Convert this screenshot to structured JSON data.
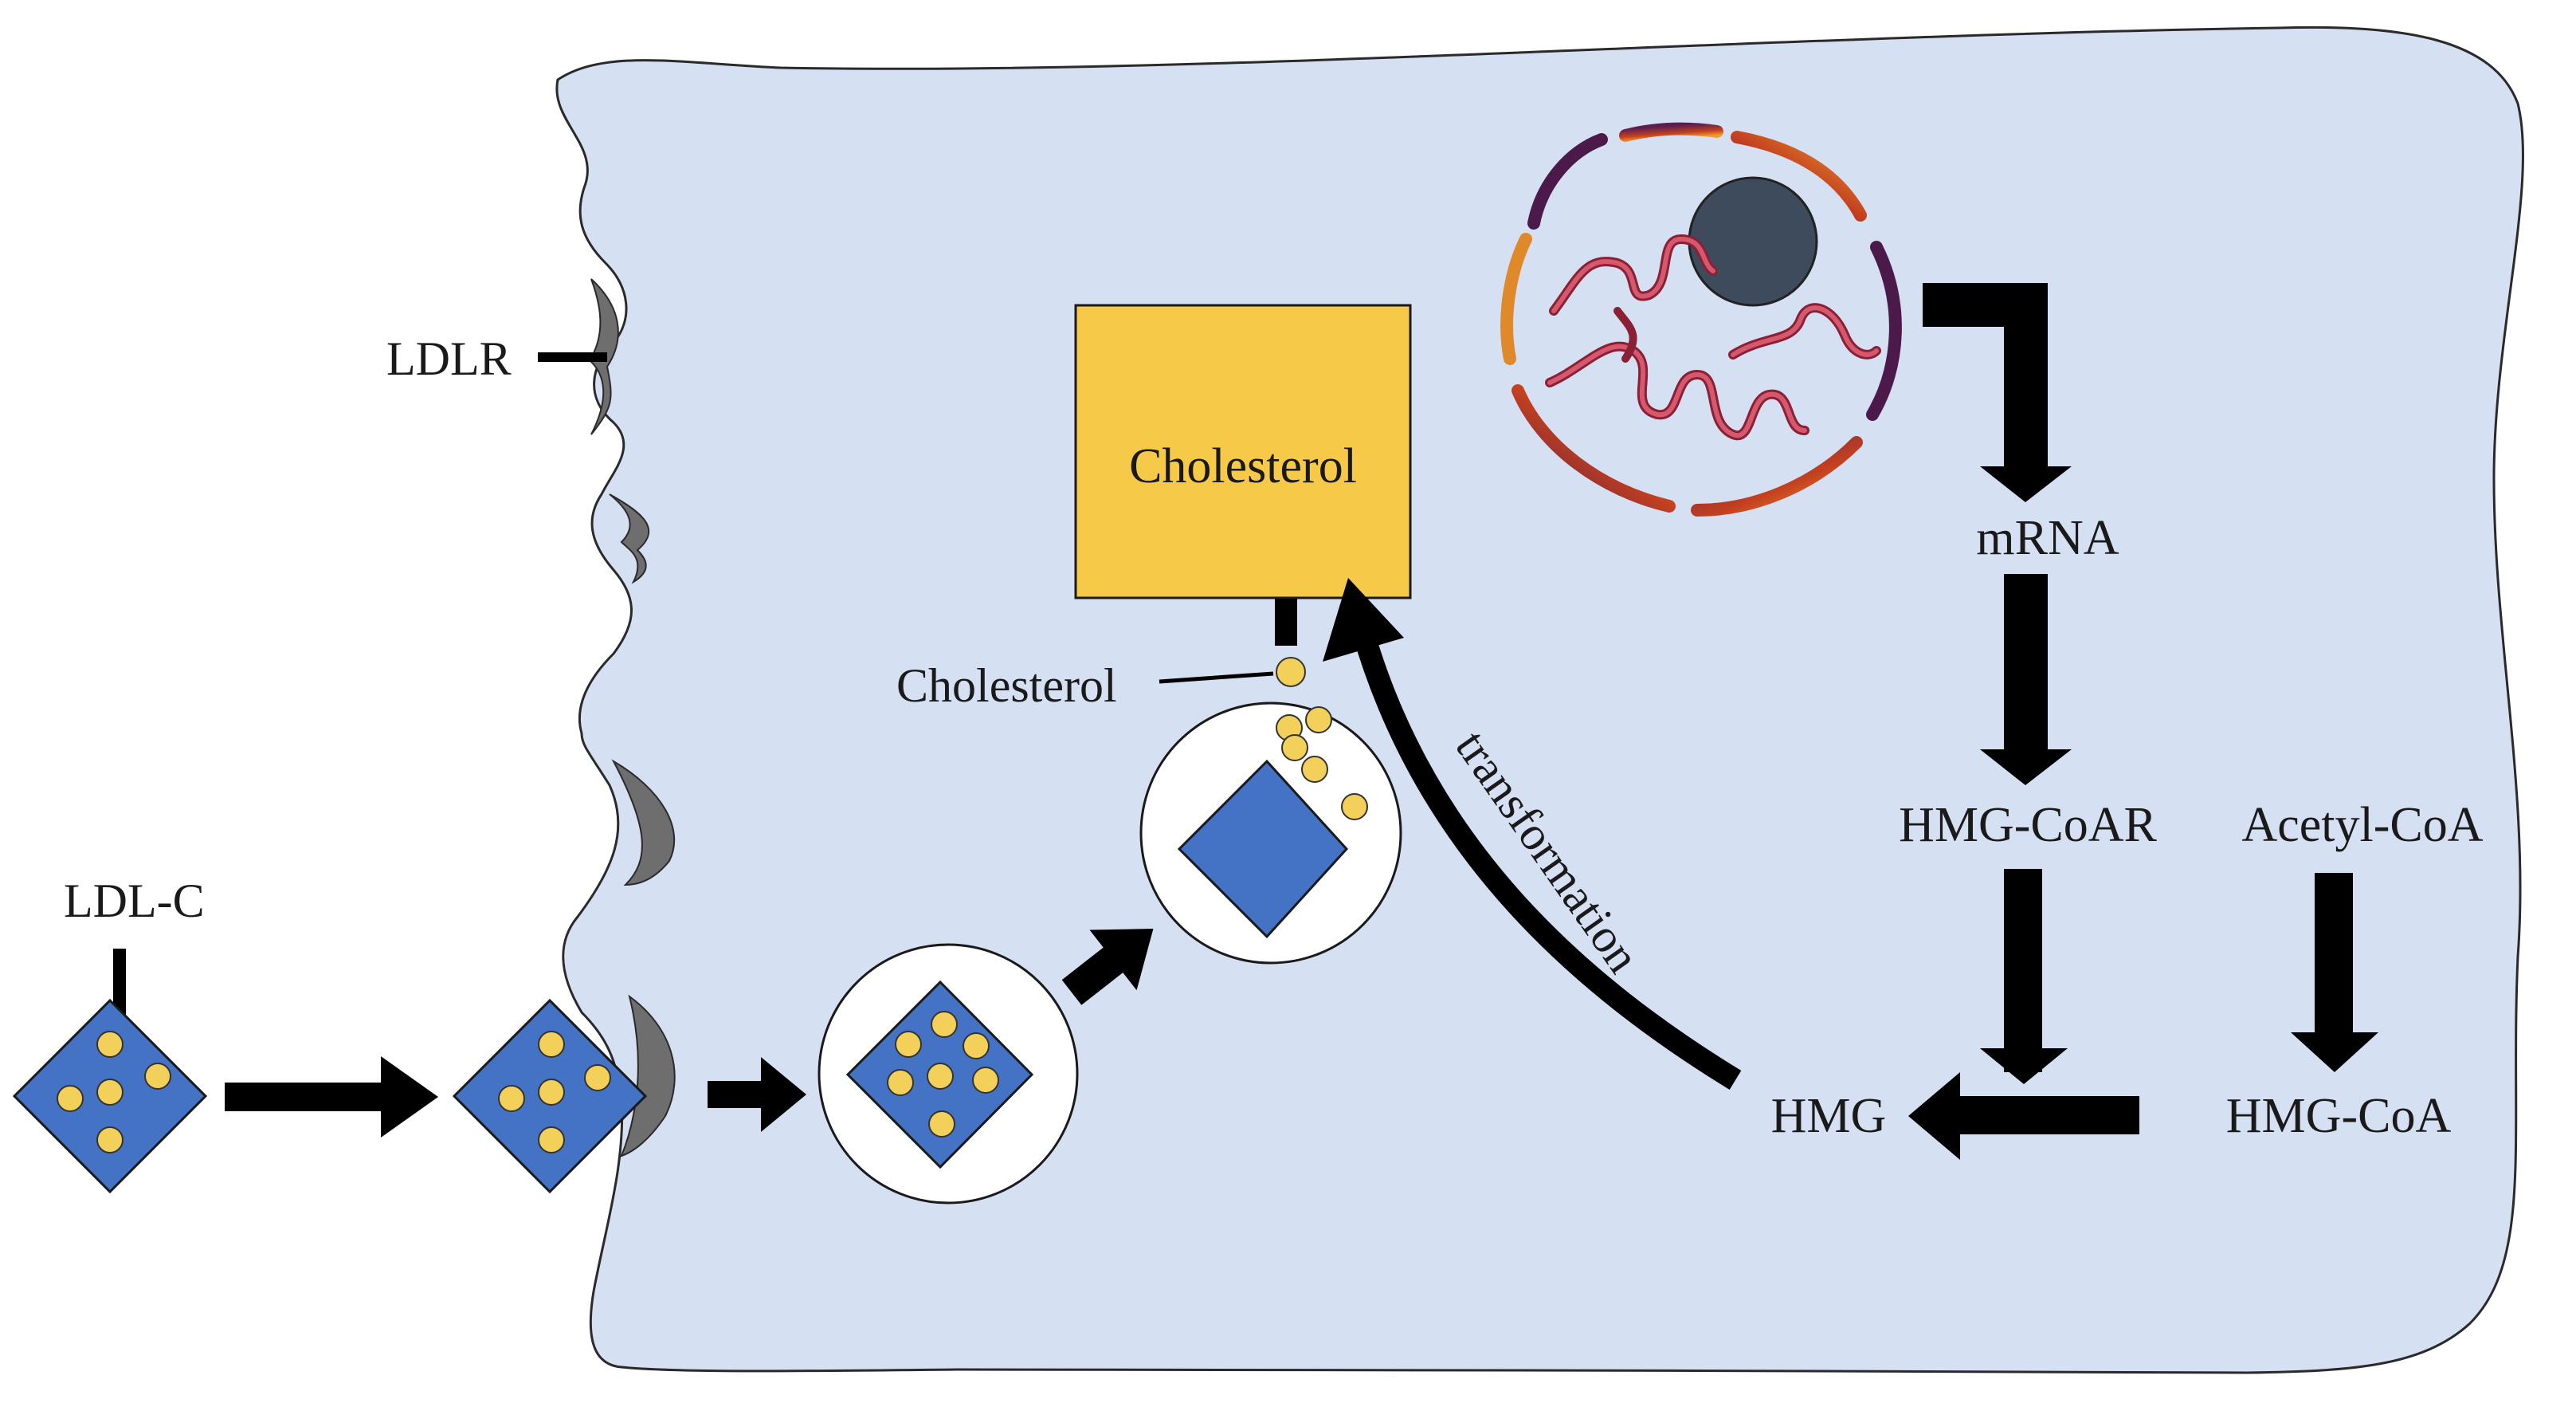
{
  "labels": {
    "ldlr": "LDLR",
    "ldl_c": "LDL-C",
    "cholesterol_box": "Cholesterol",
    "cholesterol_molecule": "Cholesterol",
    "transformation": "transformation",
    "mrna": "mRNA",
    "hmg_coar": "HMG-CoAR",
    "acetyl_coa": "Acetyl-CoA",
    "hmg_coa": "HMG-CoA",
    "hmg": "HMG"
  },
  "colors": {
    "cell_fill": "#d6e0f3",
    "cell_stroke": "#2a2a2a",
    "receptor": "#6e6e6e",
    "ldl_particle": "#4472c4",
    "cholesterol_dot": "#f3d05a",
    "cholesterol_box": "#f7c948",
    "arrow": "#000000",
    "nucleolus": "#3d4b5c",
    "chromatin": "#c2405a",
    "nuclear_envelope_dark": "#4b1a4a",
    "nuclear_envelope_warm": "#e0892a"
  }
}
